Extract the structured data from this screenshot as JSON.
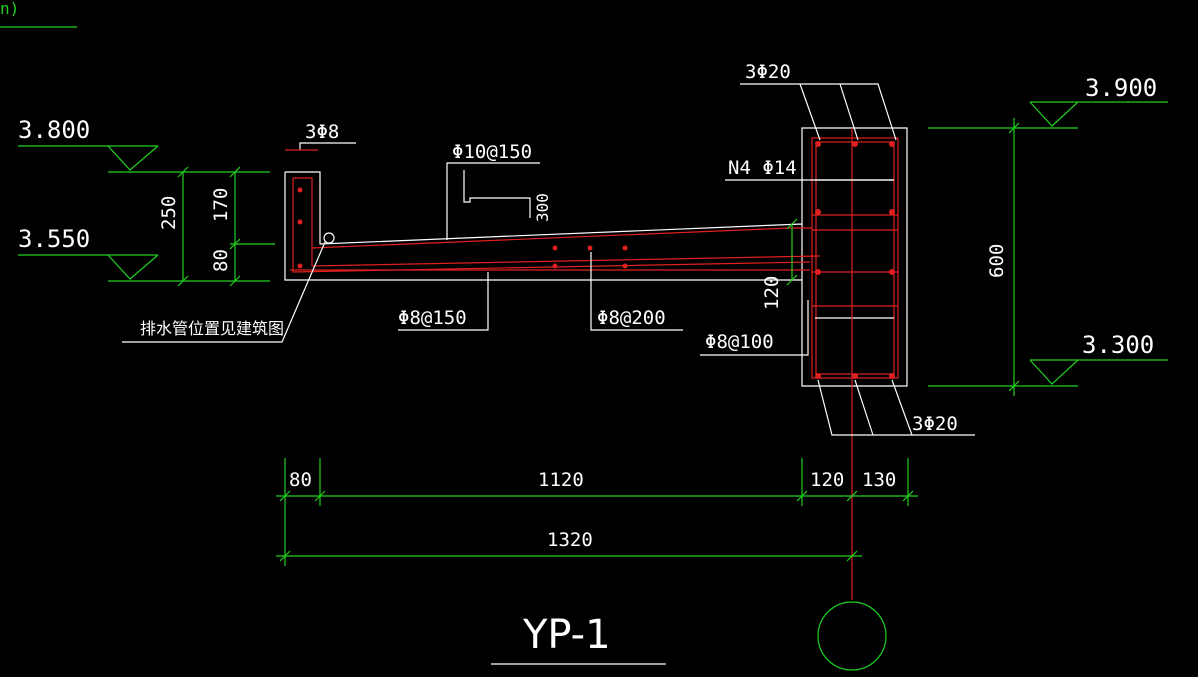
{
  "corner_label": "n)",
  "elevations": {
    "left_top": "3.800",
    "left_mid": "3.550",
    "right_top": "3.900",
    "right_bottom": "3.300"
  },
  "left_dims": {
    "total": "250",
    "upper": "170",
    "lower": "80"
  },
  "beam_dims": {
    "height": "600",
    "slab_thk": "120"
  },
  "rebar_labels": {
    "parapet_top": "3Φ8",
    "top_bar": "Φ10@150",
    "hook_len": "300",
    "bottom_1": "Φ8@150",
    "bottom_2": "Φ8@200",
    "beam_top": "3Φ20",
    "beam_side": "N4 Φ14",
    "stirrup": "Φ8@100",
    "beam_bottom": "3Φ20"
  },
  "note": "排水管位置见建筑图",
  "bottom_dims": {
    "d1": "80",
    "d2": "1120",
    "d3": "120",
    "d4": "130",
    "total": "1320"
  },
  "drawing_title": "YP-1",
  "colors": {
    "line": "#ffffff",
    "dim": "#20d020",
    "rebar": "#e02020",
    "bg": "#000000"
  }
}
